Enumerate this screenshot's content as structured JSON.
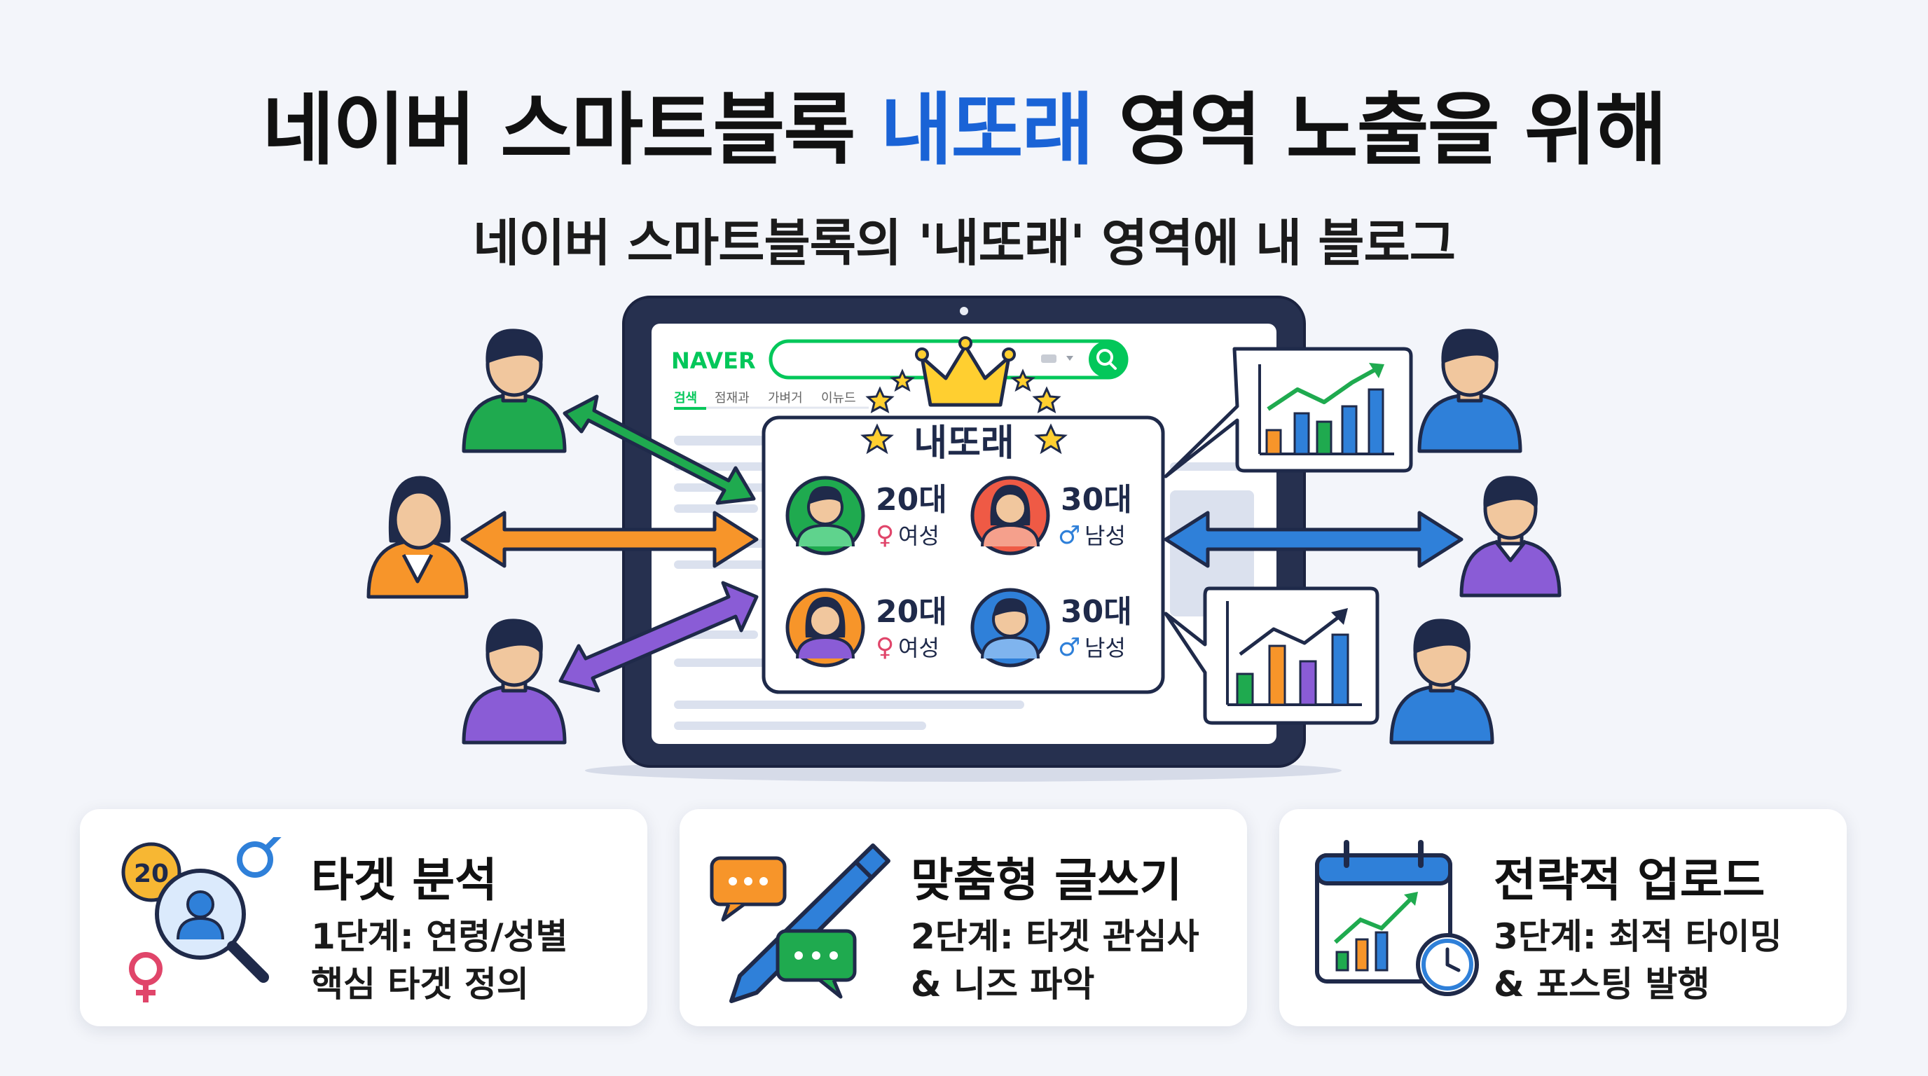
{
  "title": {
    "part1": "네이버 스마트블록 ",
    "accent": "내또래",
    "part2": " 영역 노출을 위해"
  },
  "subtitle": "네이버 스마트블록의 '내또래' 영역에 내 블로그",
  "browser": {
    "logo": "NAVER",
    "tabs": [
      "검색",
      "점재과",
      "가벼거",
      "이뉴드"
    ]
  },
  "block": {
    "title": "내또래",
    "profiles": [
      {
        "age": "20대",
        "gender_symbol": "♀",
        "gender": "여성"
      },
      {
        "age": "30대",
        "gender_symbol": "♂",
        "gender": "남성"
      },
      {
        "age": "20대",
        "gender_symbol": "♀",
        "gender": "여성"
      },
      {
        "age": "30대",
        "gender_symbol": "♂",
        "gender": "남성"
      }
    ]
  },
  "cards": [
    {
      "title": "타겟 분석",
      "line1": "1단계: 연령/성별",
      "line2": "핵심 타겟 정의",
      "badge": "20",
      "icon": "target-analysis-icon"
    },
    {
      "title": "맞춤형 글쓰기",
      "line1": "2단계: 타겟 관심사",
      "line2": "& 니즈 파악",
      "icon": "pen-chat-icon"
    },
    {
      "title": "전략적 업로드",
      "line1": "3단계: 최적 타이밍",
      "line2": "& 포스팅 발행",
      "icon": "calendar-clock-icon"
    }
  ],
  "colors": {
    "accent": "#1a63d6",
    "green": "#1faa4f",
    "orange": "#f7952a",
    "purple": "#8a5cd6",
    "blue": "#2f80d9",
    "navy": "#1f2a4a",
    "naver_green": "#03c75a"
  }
}
